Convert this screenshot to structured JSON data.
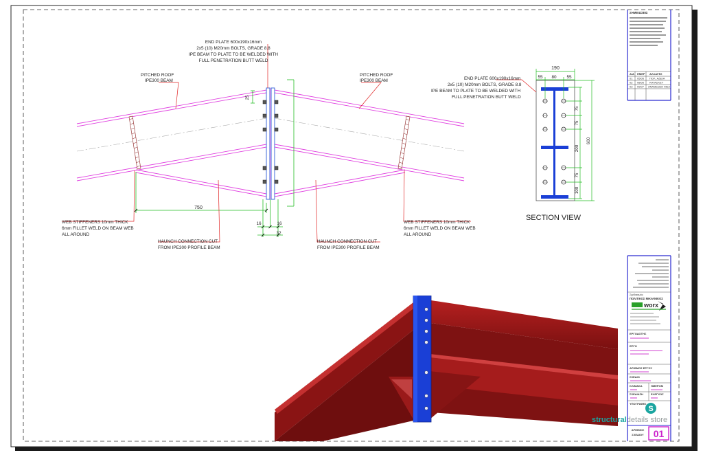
{
  "detail": {
    "left_callouts": {
      "end_plate": [
        "END PLATE 600x190x16mm",
        "2x5 (10) M20mm BOLTS, GRADE 8.8",
        "IPE BEAM TO PLATE TO BE WELDED WITH",
        "FULL PENETRATION BUTT WELD"
      ],
      "pitched_roof_left": [
        "PITCHED ROOF",
        "IPE300 BEAM"
      ],
      "pitched_roof_right": [
        "PITCHED ROOF",
        "IPE300 BEAM"
      ],
      "web_stiffeners_left": [
        "WEB STIFFENERS 10mm THICK",
        "6mm FILLET WELD ON BEAM WEB",
        "ALL AROUND"
      ],
      "web_stiffeners_right": [
        "WEB STIFFENERS 10mm THICK",
        "6mm FILLET WELD ON BEAM WEB",
        "ALL AROUND"
      ],
      "haunch_left": [
        "HAUNCH CONNECTION CUT",
        "FROM IPE300 PROFILE BEAM"
      ],
      "haunch_right": [
        "HAUNCH CONNECTION CUT",
        "FROM IPE300 PROFILE BEAM"
      ]
    },
    "dims": {
      "d750": "750",
      "d25": "25",
      "d16a": "16",
      "d16b": "16",
      "d32": "32"
    },
    "section": {
      "callout": [
        "END PLATE 600x190x16mm",
        "2x5 (10) M20mm BOLTS, GRADE 8.8",
        "IPE BEAM TO PLATE TO BE WELDED WITH",
        "FULL PENETRATION BUTT WELD"
      ],
      "d190": "190",
      "d55a": "55",
      "d80": "80",
      "d55b": "55",
      "d75a": "75",
      "d75b": "75",
      "d200": "200",
      "d75c": "75",
      "d100": "100",
      "d600": "600",
      "title": "SECTION VIEW"
    }
  },
  "title_block": {
    "notes_header": "ΣΗΜΕΙΩΣΕΙΣ",
    "rev_headers": [
      "Α/Α",
      "ΗΜΕΡ",
      "ΑΛΛΑΓΕΣ"
    ],
    "rev_rows": [
      [
        "01",
        "05/06",
        "ΠΟΛ. ΑΔΕΙΑ"
      ],
      [
        "02",
        "08/06",
        "ΚΑΤΑΣΚΕΥ"
      ],
      [
        "03",
        "09/07",
        "ΑΝΑΘΕΩΣΗ ΜΕΛ"
      ]
    ],
    "designer_label": "Σχεδιασμός",
    "designer_company": "ΠΟΛΙΤΙΚΟΣ ΜΗΧΑΝΙΚΟΣ",
    "logo_text": "worx",
    "client_label": "ΕΡΓΟΔΟΤΗΣ",
    "project_label": "ΕΡΓΟ",
    "project_no_label": "ΑΡΙΘΜΟΣ ΕΡΓΟΥ",
    "drawing_label": "ΣΧΕΔΙΟ",
    "scale_label": "ΚΛΙΜΑΚΑ",
    "date_label": "ΗΜΕΡΟΜ",
    "drawn_label": "ΣΧΕΔΙΑΣΗ",
    "checked_label": "ΕΛΕΓΧΟΣ",
    "signatures_label": "ΥΠΟΓΡΑΦΕΣ",
    "sheet_no_label": [
      "ΑΡΙΘΜΟΣ",
      "ΣΧΕΔΙΟΥ"
    ],
    "sheet_no": "01"
  },
  "watermark": {
    "part1": "structural",
    "part2": "details store"
  },
  "colors": {
    "beam": "#e040e0",
    "dimension": "#22bb22",
    "leader": "#e02020",
    "plate_blue": "#1a3fd6",
    "steel_red": "#9a1818",
    "title_blue": "#2a2ad0",
    "sheet_no_magenta": "#cc22cc"
  }
}
